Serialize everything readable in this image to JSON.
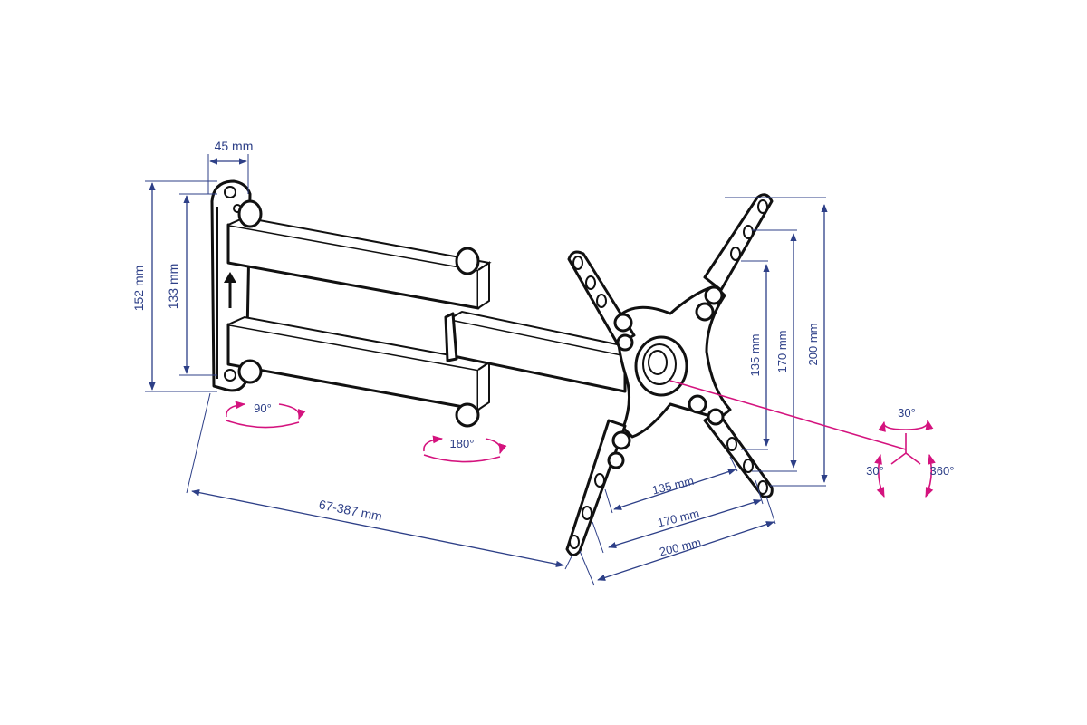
{
  "colors": {
    "dimension": "#2d3f87",
    "rotation": "#d4137e",
    "outline": "#111111"
  },
  "dimensions": {
    "wall_plate_depth": "45 mm",
    "wall_plate_height": "152 mm",
    "wall_plate_hole_spacing": "133 mm",
    "arm_reach": "67-387 mm",
    "vesa_v_small": "135 mm",
    "vesa_v_medium": "170 mm",
    "vesa_v_large": "200 mm",
    "vesa_h_small": "135 mm",
    "vesa_h_medium": "170 mm",
    "vesa_h_large": "200 mm"
  },
  "rotations": {
    "wall_swivel": "90°",
    "arm_swivel": "180°",
    "tilt_up": "30°",
    "tilt_side": "30°",
    "rotate": "360°"
  }
}
